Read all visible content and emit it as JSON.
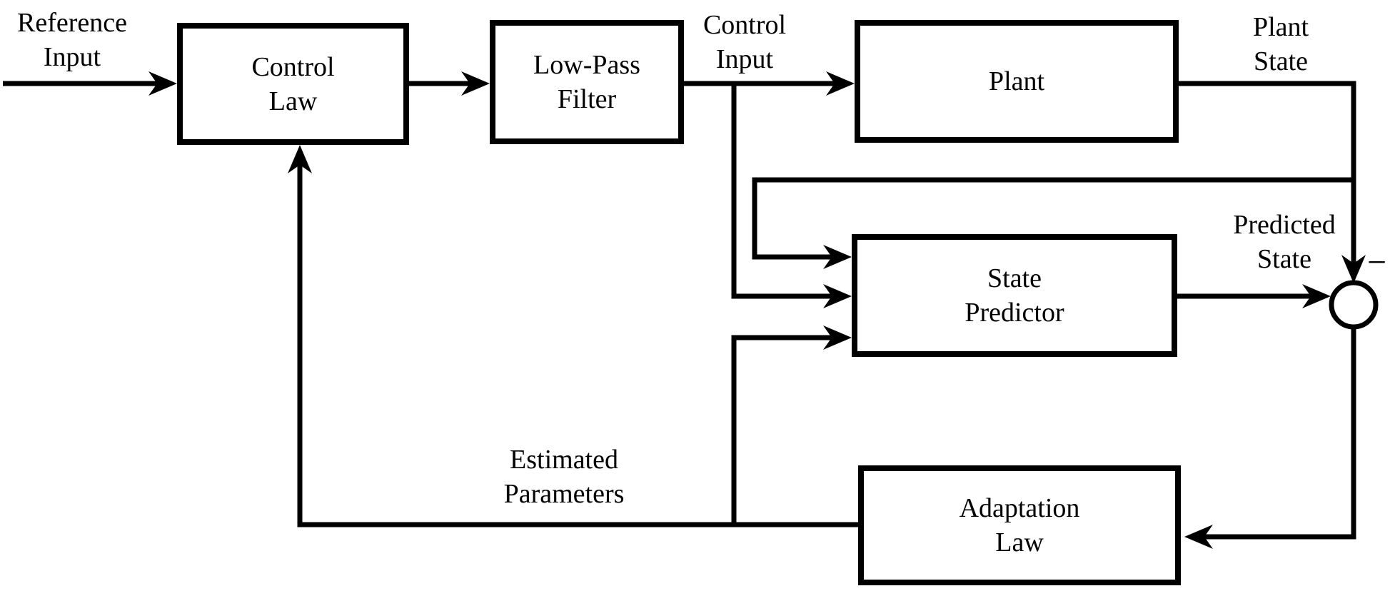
{
  "diagram": {
    "type": "control-system-block-diagram",
    "colors": {
      "background": "#ffffff",
      "line": "#000000",
      "text": "#000000"
    },
    "blocks": {
      "control_law": {
        "line1": "Control",
        "line2": "Law"
      },
      "low_pass_filter": {
        "line1": "Low-Pass",
        "line2": "Filter"
      },
      "plant": {
        "line1": "Plant"
      },
      "state_predictor": {
        "line1": "State",
        "line2": "Predictor"
      },
      "adaptation_law": {
        "line1": "Adaptation",
        "line2": "Law"
      }
    },
    "labels": {
      "reference_input": {
        "line1": "Reference",
        "line2": "Input"
      },
      "control_input": {
        "line1": "Control",
        "line2": "Input"
      },
      "plant_state": {
        "line1": "Plant",
        "line2": "State"
      },
      "predicted_state": {
        "line1": "Predicted",
        "line2": "State"
      },
      "estimated_parameters": {
        "line1": "Estimated",
        "line2": "Parameters"
      },
      "minus_sign": "−"
    }
  }
}
